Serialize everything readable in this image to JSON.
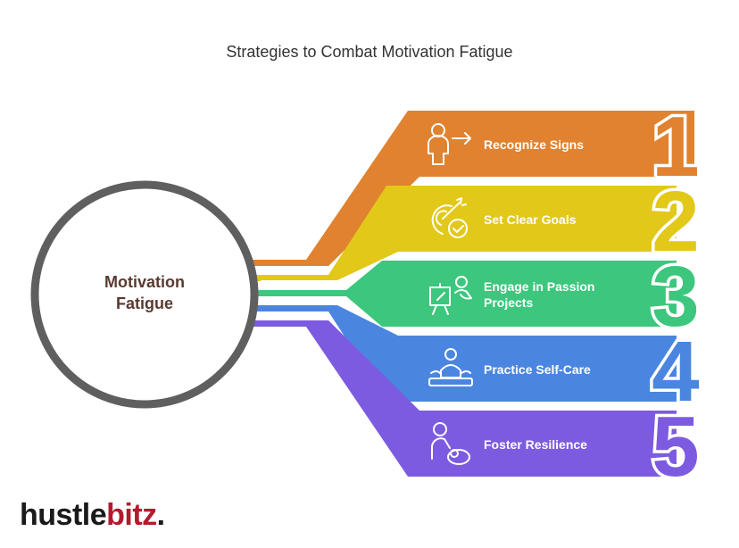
{
  "title": "Strategies to Combat Motivation Fatigue",
  "center": {
    "line1": "Motivation",
    "line2": "Fatigue"
  },
  "items": [
    {
      "number": "1",
      "label": "Recognize Signs",
      "color": "#E0822F",
      "icon": "person-arrow-icon"
    },
    {
      "number": "2",
      "label": "Set Clear Goals",
      "color": "#E2C818",
      "icon": "target-check-icon"
    },
    {
      "number": "3",
      "label": "Engage in Passion Projects",
      "color": "#3DC67D",
      "icon": "easel-painter-icon"
    },
    {
      "number": "4",
      "label": "Practice Self-Care",
      "color": "#4A86E0",
      "icon": "massage-icon"
    },
    {
      "number": "5",
      "label": "Foster Resilience",
      "color": "#7D5BE0",
      "icon": "person-caring-icon"
    }
  ],
  "circle_color": "#5f5f5f",
  "logo": {
    "part1": "hustle",
    "part2": "bitz",
    "dot": ".",
    "color1": "#1a1a1a",
    "color2": "#b01c2e"
  }
}
